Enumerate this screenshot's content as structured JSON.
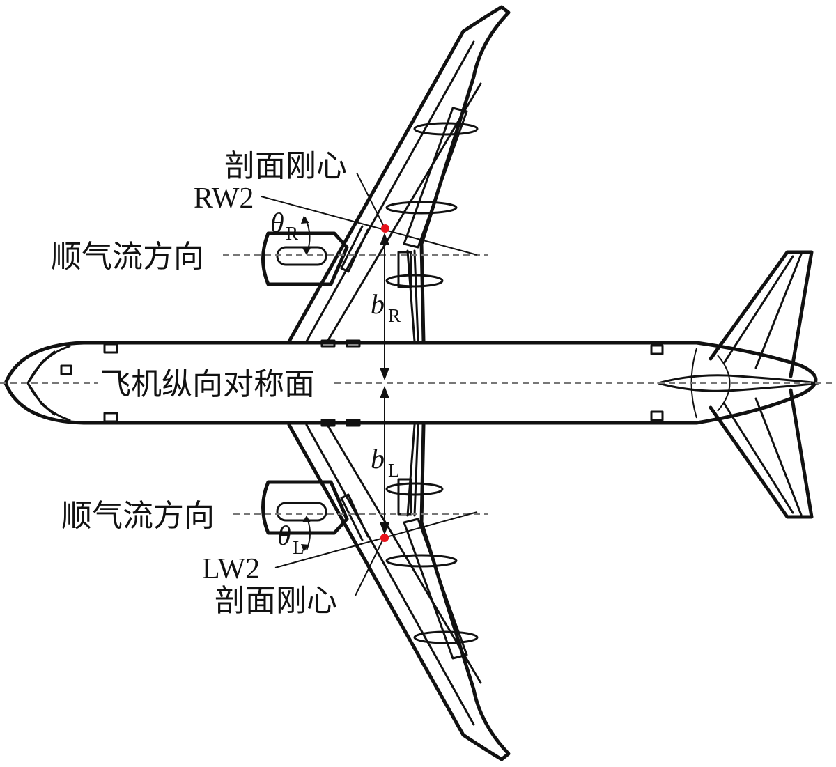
{
  "labels": {
    "section_center_top": "剖面刚心",
    "section_center_bottom": "剖面刚心",
    "right_wing_section": "RW2",
    "left_wing_section": "LW2",
    "airflow_top": "顺气流方向",
    "airflow_bottom": "顺气流方向",
    "symmetry_plane": "飞机纵向对称面",
    "theta_r": {
      "symbol": "θ",
      "sub": "R"
    },
    "theta_l": {
      "symbol": "θ",
      "sub": "L"
    },
    "b_r": {
      "symbol": "b",
      "sub": "R"
    },
    "b_l": {
      "symbol": "b",
      "sub": "L"
    }
  },
  "colors": {
    "line": "#111111",
    "dashed_reference": "#777777",
    "stiffness_center_dot": "#e8121b",
    "background": "#ffffff"
  }
}
